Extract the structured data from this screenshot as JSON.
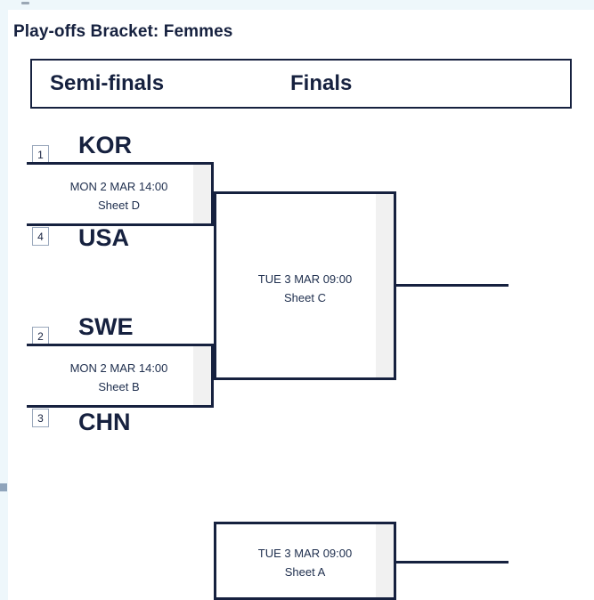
{
  "page": {
    "title": "Play-offs Bracket: Femmes",
    "accent_color": "#16213f",
    "background_color": "#ffffff",
    "gutter_color": "#eef7fb",
    "box_shade_color": "#f1f1f1"
  },
  "round_headers": [
    {
      "label": "Semi-finals"
    },
    {
      "label": "Finals"
    }
  ],
  "bracket": {
    "semifinals": [
      {
        "id": "semifinal-1",
        "top_team": {
          "seed": "1",
          "code": "KOR"
        },
        "bottom_team": {
          "seed": "4",
          "code": "USA"
        },
        "datetime": "MON 2 MAR 14:00",
        "sheet": "Sheet D"
      },
      {
        "id": "semifinal-2",
        "top_team": {
          "seed": "2",
          "code": "SWE"
        },
        "bottom_team": {
          "seed": "3",
          "code": "CHN"
        },
        "datetime": "MON 2 MAR 14:00",
        "sheet": "Sheet B"
      }
    ],
    "finals": [
      {
        "id": "gold-medal-game",
        "datetime": "TUE 3 MAR 09:00",
        "sheet": "Sheet C"
      },
      {
        "id": "bronze-medal-game",
        "datetime": "TUE 3 MAR 09:00",
        "sheet": "Sheet A"
      }
    ]
  }
}
